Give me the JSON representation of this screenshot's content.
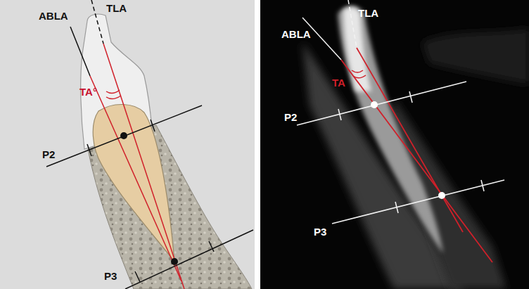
{
  "diagram": {
    "labels": [
      "ABLA",
      "TLA",
      "TA°",
      "P2",
      "P3",
      "TLA",
      "ABLA",
      "TA",
      "P2",
      "P3"
    ]
  }
}
